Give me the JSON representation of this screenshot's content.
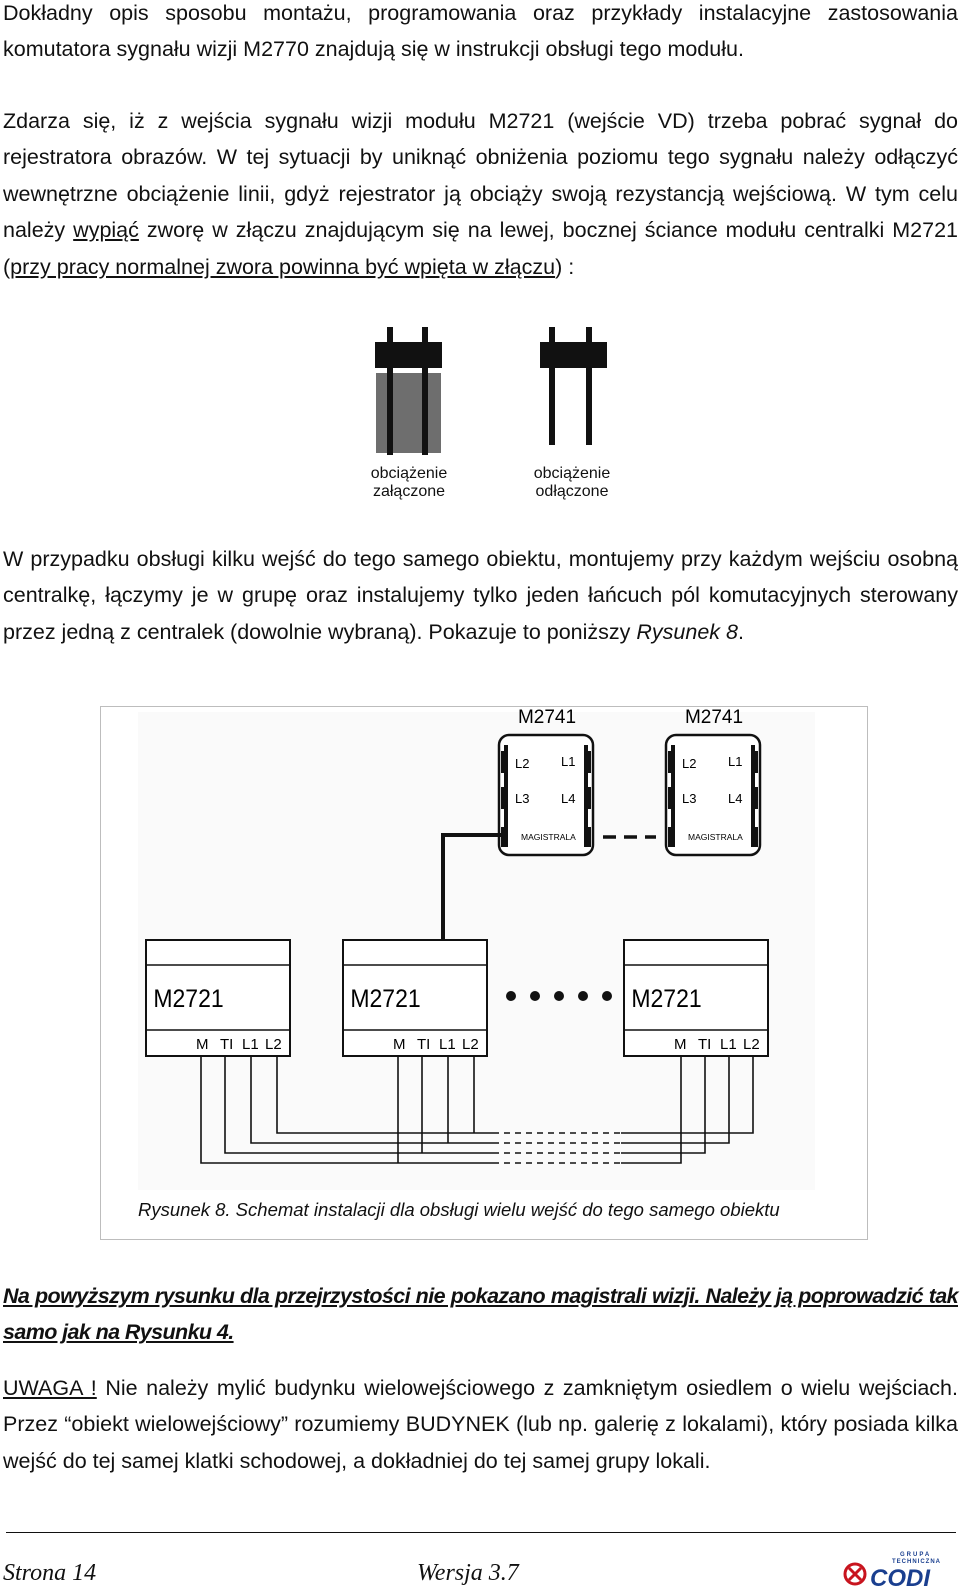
{
  "p1": "Dokładny opis sposobu montażu, programowania oraz przykłady instalacyjne zastosowania komutatora sygnału wizji M2770 znajdują się w instrukcji obsługi tego modułu.",
  "p2": {
    "a": "Zdarza się, iż z wejścia sygnału wizji modułu M2721 (wejście VD) trzeba pobrać sygnał do rejestratora obrazów. W tej sytuacji by uniknąć obniżenia poziomu tego sygnału należy odłączyć wewnętrzne obciążenie linii, gdyż rejestrator ją obciąży swoją rezystancją wejściową. W tym celu należy ",
    "u1": "wypiąć",
    "b": "  zworę w złączu znajdującym się na lewej, bocznej ściance modułu centralki M2721 (",
    "u2": "przy pracy normalnej zwora powinna być wpięta w złączu",
    "c": ") :"
  },
  "jumper": {
    "on_label_1": "obciążenie",
    "on_label_2": "załączone",
    "off_label_1": "obciążenie",
    "off_label_2": "odłączone"
  },
  "p3": {
    "a": "W przypadku obsługi kilku wejść do tego samego obiektu, montujemy przy każdym wejściu osobną centralkę, łączymy je w grupę oraz instalujemy tylko jeden łańcuch pól komutacyjnych sterowany przez jedną z centralek (dowolnie wybraną). Pokazuje to poniższy ",
    "ref": "Rysunek 8",
    "b": "."
  },
  "figure8": {
    "switch_label": "M2741",
    "switch_pins": [
      "L2",
      "L1",
      "L3",
      "L4"
    ],
    "bus_label": "MAGISTRALA",
    "central_label": "M2721",
    "terminals": [
      "M",
      "TI",
      "L1",
      "L2"
    ],
    "caption": "Rysunek 8.  Schemat instalacji dla obsługi wielu wejść do tego samego obiektu"
  },
  "p4": "Na powyższym rysunku dla przejrzystości nie pokazano magistrali wizji. Należy ją poprowadzić tak samo jak na Rysunku 4.",
  "p5": {
    "warn": "UWAGA !",
    "rest": " Nie należy mylić budynku wielowejściowego z zamkniętym osiedlem o wielu wejściach. Przez “obiekt wielowejściowy” rozumiemy BUDYNEK (lub np. galerię z lokalami), który posiada kilka wejść do tej samej klatki schodowej, a dokładniej do tej samej grupy lokali."
  },
  "footer": {
    "page": "Strona 14",
    "version": "Wersja 3.7"
  },
  "logo": {
    "line1": "GRUPA",
    "line2": "TECHNICZNA",
    "name": "CODI"
  },
  "colors": {
    "jumper_fill": "#6e6e6e",
    "ink": "#111111",
    "logo_blue": "#1a3f8f",
    "logo_red": "#c8141e"
  }
}
